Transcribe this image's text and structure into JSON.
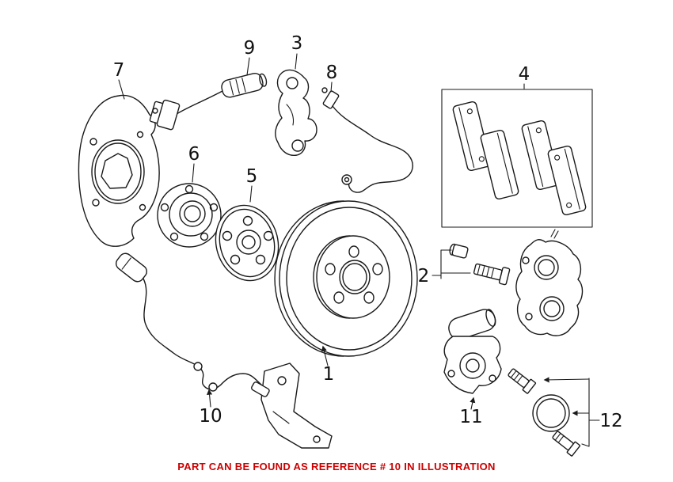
{
  "page": {
    "background": "#ffffff",
    "caption": {
      "text": "PART CAN BE FOUND AS REFERENCE # 10 IN ILLUSTRATION",
      "color": "#cc0000"
    },
    "diagram": {
      "line_color": "#1a1a1a",
      "label_color": "#111111",
      "refs": [
        {
          "id": "1",
          "part": "brake-disc-rotor"
        },
        {
          "id": "2",
          "part": "brake-caliper-with-guide-bolts"
        },
        {
          "id": "3",
          "part": "caliper-carrier-bracket"
        },
        {
          "id": "4",
          "part": "brake-pad-set"
        },
        {
          "id": "5",
          "part": "wheel-hub-flange"
        },
        {
          "id": "6",
          "part": "wheel-bearing"
        },
        {
          "id": "7",
          "part": "brake-splash-shield"
        },
        {
          "id": "8",
          "part": "brake-hose"
        },
        {
          "id": "9",
          "part": "brake-pad-wear-sensor"
        },
        {
          "id": "10",
          "part": "abs-wheel-speed-sensor"
        },
        {
          "id": "11",
          "part": "parking-brake-actuator"
        },
        {
          "id": "12",
          "part": "caliper-seal-repair-kit"
        }
      ]
    }
  }
}
